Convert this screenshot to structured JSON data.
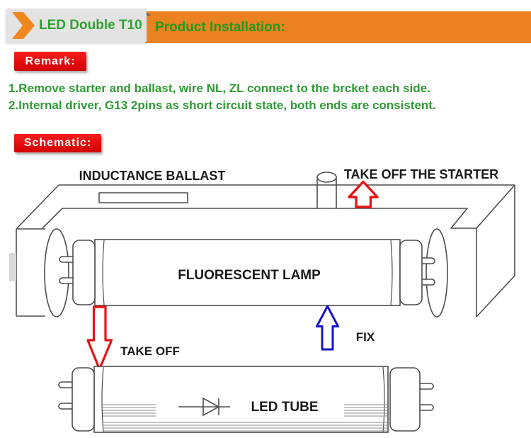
{
  "header": {
    "product_label": "LED Double T10",
    "banner_title": "Product Installation:",
    "chevron_icon": "chevron-right-icon",
    "colors": {
      "banner_orange": "#EA8221",
      "label_gray": "#E3E3E3",
      "green": "#2FA230"
    }
  },
  "remark": {
    "label": "Remark:",
    "line1": "1.Remove starter and ballast, wire NL, ZL connect to the brcket each side.",
    "line2": "2.Internal driver, G13 2pins as short circuit state, both ends are consistent.",
    "text_color": "#2E9B35",
    "label_bg": "#E60000"
  },
  "schematic": {
    "label": "Schematic:",
    "annotations": {
      "inductance_ballast": "INDUCTANCE BALLAST",
      "take_off_starter": "TAKE OFF THE STARTER",
      "fluorescent_lamp": "FLUORESCENT LAMP",
      "take_off": "TAKE OFF",
      "fix": "FIX",
      "led_tube": "LED TUBE"
    },
    "colors": {
      "line_gray": "#4D4D4D",
      "arrow_red": "#E81313",
      "arrow_blue": "#1414CC"
    }
  }
}
